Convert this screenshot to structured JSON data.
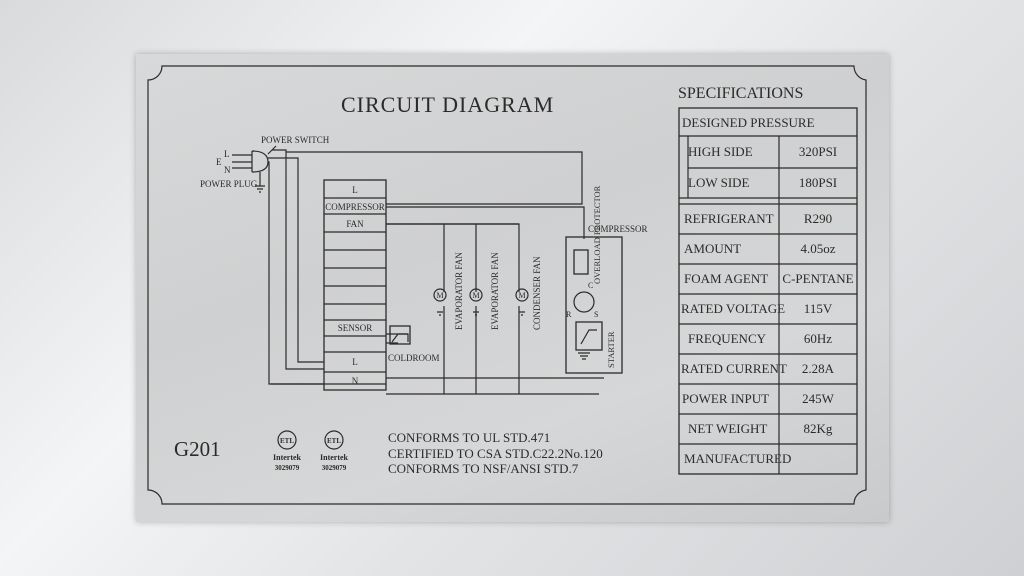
{
  "title": "CIRCUIT DIAGRAM",
  "model": "G201",
  "wiring": {
    "power_switch": "POWER SWITCH",
    "power_plug": "POWER PLUG",
    "plug_pins": [
      "L",
      "E",
      "N"
    ],
    "terminal_top": [
      "L",
      "COMPRESSOR",
      "FAN"
    ],
    "terminal_sensor": "SENSOR",
    "terminal_bottom": [
      "L",
      "N"
    ],
    "coldroom": "COLDROOM",
    "fans": [
      "EVAPORATOR FAN",
      "EVAPORATOR FAN",
      "CONDENSER FAN"
    ],
    "motor_symbol": "M",
    "compressor": "COMPRESSOR",
    "overload_protector": "OVERLOAD PROTECTOR",
    "starter": "STARTER",
    "pin_c": "C",
    "pin_r": "R",
    "pin_s": "S"
  },
  "certification": {
    "marks": [
      {
        "brand": "Intertek",
        "number": "3029079"
      },
      {
        "brand": "Intertek",
        "number": "3029079"
      }
    ],
    "mark_text": "ETL",
    "lines": [
      "CONFORMS TO UL STD.471",
      "CERTIFIED TO CSA STD.C22.2No.120",
      "CONFORMS TO NSF/ANSI STD.7"
    ]
  },
  "specifications": {
    "heading": "SPECIFICATIONS",
    "designed_pressure": "DESIGNED PRESSURE",
    "rows": [
      {
        "label": "HIGH SIDE",
        "value": "320PSI"
      },
      {
        "label": "LOW SIDE",
        "value": "180PSI"
      },
      {
        "label": "REFRIGERANT",
        "value": "R290"
      },
      {
        "label": "AMOUNT",
        "value": "4.05oz"
      },
      {
        "label": "FOAM AGENT",
        "value": "C-PENTANE"
      },
      {
        "label": "RATED VOLTAGE",
        "value": "115V"
      },
      {
        "label": "FREQUENCY",
        "value": "60Hz"
      },
      {
        "label": "RATED CURRENT",
        "value": "2.28A"
      },
      {
        "label": "POWER INPUT",
        "value": "245W"
      },
      {
        "label": "NET WEIGHT",
        "value": "82Kg"
      },
      {
        "label": "MANUFACTURED",
        "value": ""
      }
    ]
  }
}
